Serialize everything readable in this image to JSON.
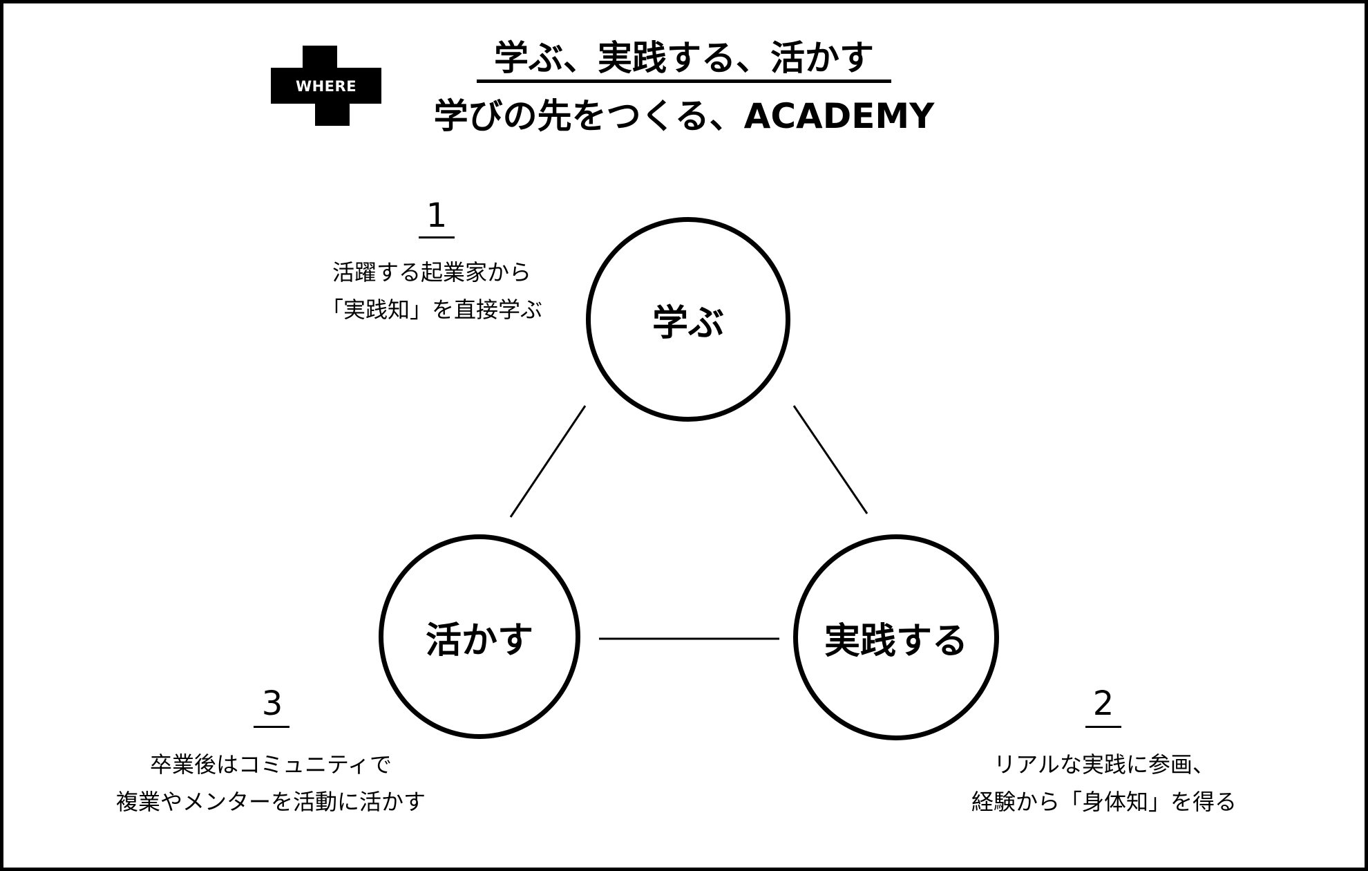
{
  "logo": {
    "text": "WHERE"
  },
  "header": {
    "title": "学ぶ、実践する、活かす",
    "subtitle": "学びの先をつくる、ACADEMY"
  },
  "nodes": {
    "learn": "学ぶ",
    "practice": "実践する",
    "apply": "活かす"
  },
  "steps": [
    {
      "number": "1",
      "line1": "活躍する起業家から",
      "line2": "「実践知」を直接学ぶ"
    },
    {
      "number": "2",
      "line1": "リアルな実践に参画、",
      "line2": "経験から「身体知」を得る"
    },
    {
      "number": "3",
      "line1": "卒業後はコミュニティで",
      "line2": "複業やメンターを活動に活かす"
    }
  ]
}
